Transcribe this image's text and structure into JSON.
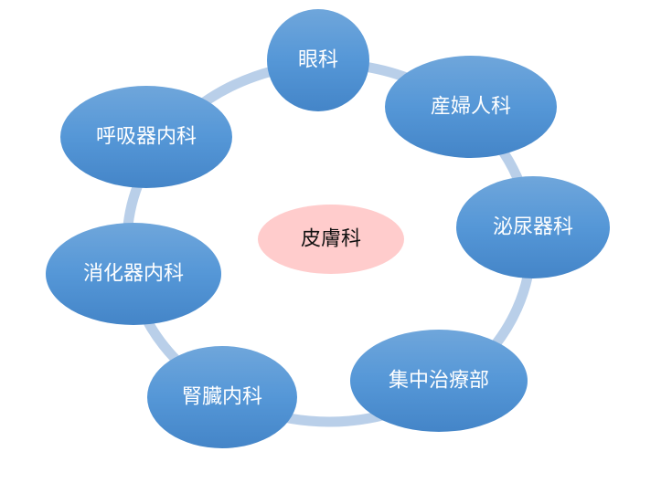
{
  "diagram": {
    "center": {
      "label": "皮膚科",
      "color": "#ffcccc"
    },
    "nodes": [
      {
        "label": "眼科"
      },
      {
        "label": "産婦人科"
      },
      {
        "label": "泌尿器科"
      },
      {
        "label": "集中治療部"
      },
      {
        "label": "腎臓内科"
      },
      {
        "label": "消化器内科"
      },
      {
        "label": "呼吸器内科"
      }
    ],
    "colors": {
      "node_top": "#6fa6db",
      "node_bottom": "#4687ca",
      "ring": "#b9cfe9"
    }
  }
}
